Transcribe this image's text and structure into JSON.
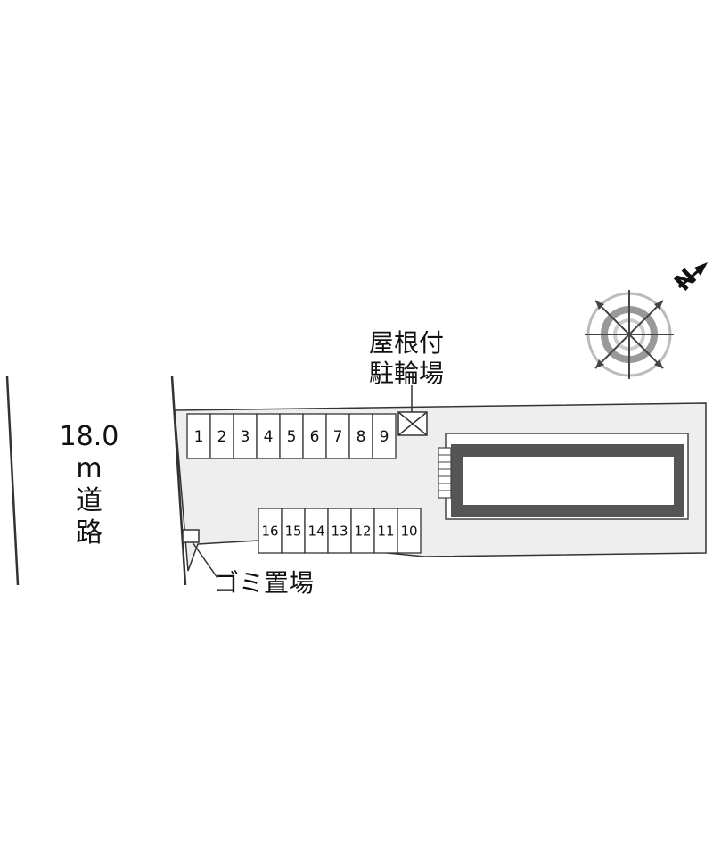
{
  "road": {
    "width_label": "18.0",
    "unit_label": "m",
    "name_line1": "道",
    "name_line2": "路"
  },
  "covered_bicycle_parking": {
    "line1": "屋根付",
    "line2": "駐輪場"
  },
  "garbage_area": {
    "label": "ゴミ置場"
  },
  "parking_row_top": [
    "1",
    "2",
    "3",
    "4",
    "5",
    "6",
    "7",
    "8",
    "9"
  ],
  "parking_row_bottom": [
    "16",
    "15",
    "14",
    "13",
    "12",
    "11",
    "10"
  ],
  "compass": {
    "north_label": "N"
  },
  "colors": {
    "lot_fill": "#eeeeee",
    "building_outline": "#555555",
    "line": "#333333"
  }
}
